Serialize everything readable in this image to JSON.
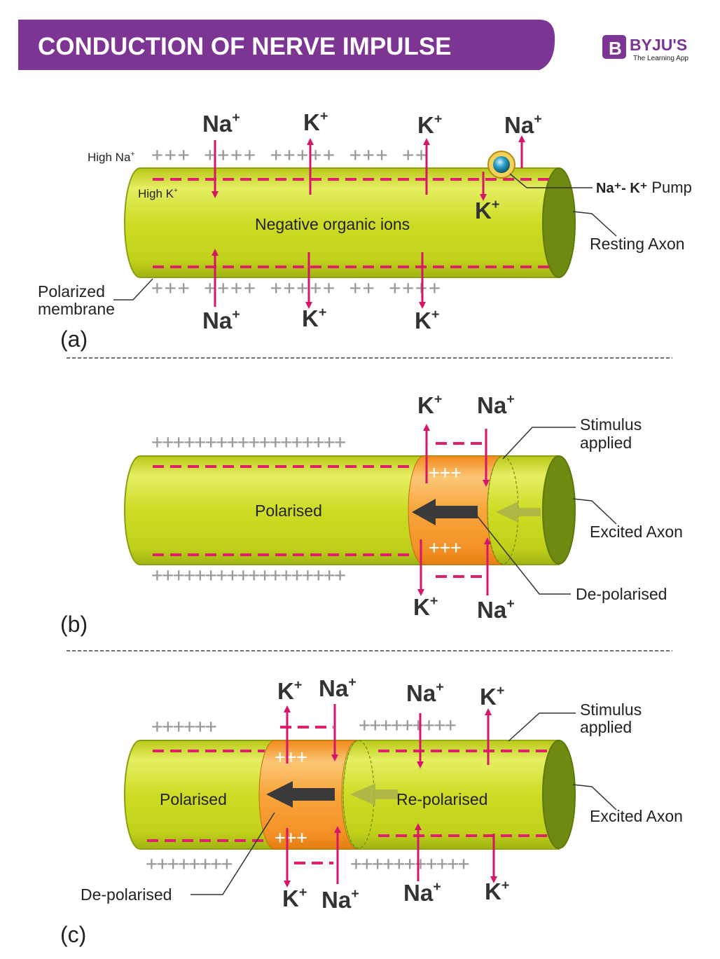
{
  "header": {
    "title": "CONDUCTION OF NERVE IMPULSE",
    "brand": "BYJU'S",
    "brand_tagline": "The Learning App",
    "colors": {
      "banner": "#7d3593",
      "logo": "#7d3593"
    }
  },
  "colors": {
    "axon": "#c8d61c",
    "axon_light": "#e8ef6e",
    "axon_dark": "#8aa012",
    "axon_end": "#6e8a10",
    "depolar": "#f79a2d",
    "arrow": "#d6156a",
    "minus": "#e0206a",
    "plus": "#9a9a9a",
    "pump": "#1b8fb0"
  },
  "panel_a": {
    "label": "(a)",
    "high_na": "High Na",
    "high_k": "High K",
    "center": "Negative organic ions",
    "pump": "Na⁺- K⁺",
    "pump_word": "Pump",
    "axon": "Resting Axon",
    "membrane_1": "Polarized",
    "membrane_2": "membrane",
    "plus_top": "+++ ++++ +++++ +++ ++",
    "plus_bottom": "+++ ++++ +++++ ++ ++++",
    "ions_top": [
      "Na",
      "K",
      "K",
      "Na"
    ],
    "ion_inner": "K",
    "ions_bottom": [
      "Na",
      "K",
      "K"
    ]
  },
  "panel_b": {
    "label": "(b)",
    "center": "Polarised",
    "stimulus_1": "Stimulus",
    "stimulus_2": "applied",
    "axon": "Excited Axon",
    "depol": "De-polarised",
    "ions_top": [
      "K",
      "Na"
    ],
    "ions_bottom": [
      "K",
      "Na"
    ],
    "plus_row": "++++++++++++++++++",
    "inner_plus": "+++"
  },
  "panel_c": {
    "label": "(c)",
    "left": "Polarised",
    "right": "Re-polarised",
    "stimulus_1": "Stimulus",
    "stimulus_2": "applied",
    "axon": "Excited Axon",
    "depol": "De-polarised",
    "ions_top": [
      "K",
      "Na",
      "Na",
      "K"
    ],
    "ions_bottom": [
      "K",
      "Na",
      "Na",
      "K"
    ],
    "plus_top_left": "++++++",
    "plus_top_right": "+++++++++",
    "plus_bottom_left": "++++++++",
    "plus_bottom_right": "+++++++++++",
    "inner_plus": "+++"
  }
}
